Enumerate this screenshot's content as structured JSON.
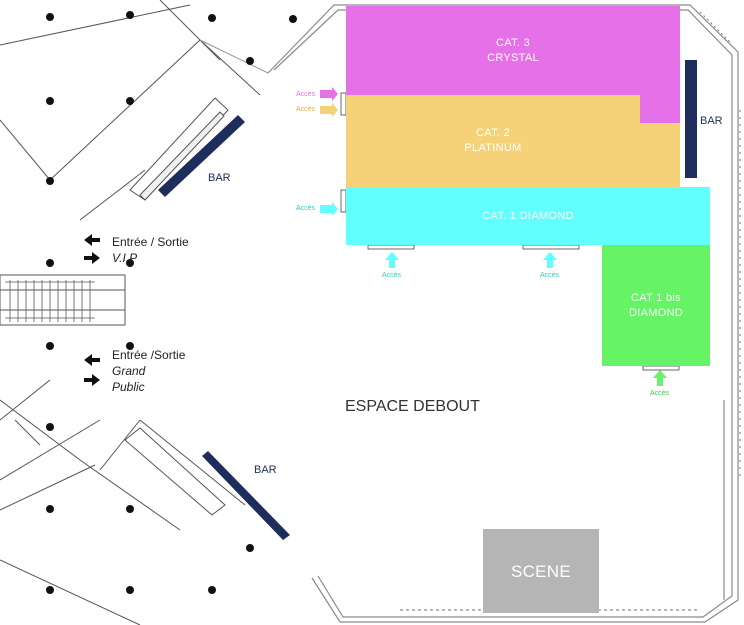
{
  "zones": {
    "cat3": {
      "line1": "CAT. 3",
      "line2": "CRYSTAL",
      "color": "#e670e8"
    },
    "cat2": {
      "line1": "CAT. 2",
      "line2": "PLATINUM",
      "color": "#f5d278"
    },
    "cat1": {
      "line1": "CAT. 1 DIAMOND",
      "color": "#62ffff"
    },
    "cat1bis": {
      "line1": "CAT 1 bis",
      "line2": "DIAMOND",
      "color": "#66f466"
    },
    "scene": {
      "label": "SCENE",
      "color": "#b5b5b5"
    }
  },
  "labels": {
    "espace": "ESPACE DEBOUT",
    "bar": "BAR",
    "entree_vip_line1": "Entrée / Sortie",
    "entree_vip_line2": "V.I.P",
    "entree_public_line1": "Entrée /Sortie",
    "entree_public_line2": "Grand",
    "entree_public_line3": "Public",
    "acces": "Accès"
  },
  "colors": {
    "bar": "#1f2d5c",
    "wall": "#8a8a8a",
    "line": "#333333"
  }
}
